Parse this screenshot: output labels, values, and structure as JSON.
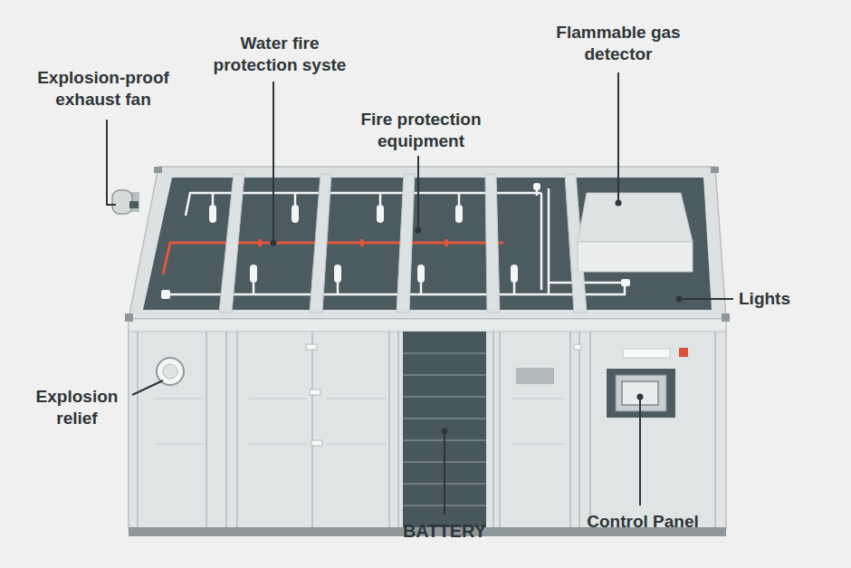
{
  "diagram": {
    "labels": [
      "Explosion-proof exhaust fan",
      "Water fire protection syste",
      "Fire protection equipment",
      "Flammable gas detector",
      "Lights",
      "Explosion relief",
      "BATTERY",
      "Control Panel"
    ]
  }
}
